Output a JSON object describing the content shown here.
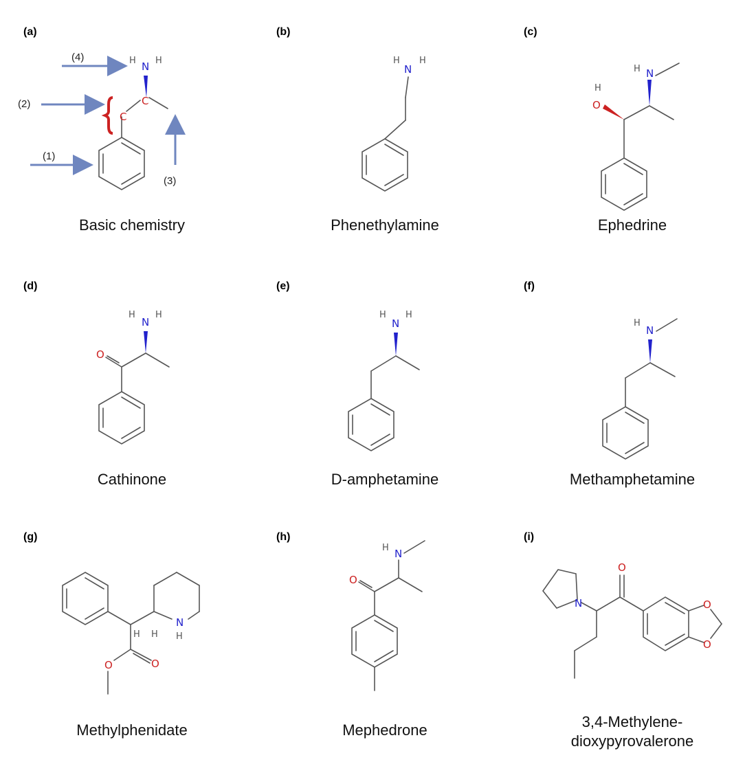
{
  "panels": [
    {
      "label": "(a)",
      "name": "Basic chemistry",
      "annotations": [
        "(1)",
        "(2)",
        "(3)",
        "(4)"
      ]
    },
    {
      "label": "(b)",
      "name": "Phenethylamine"
    },
    {
      "label": "(c)",
      "name": "Ephedrine"
    },
    {
      "label": "(d)",
      "name": "Cathinone"
    },
    {
      "label": "(e)",
      "name": "D-amphetamine"
    },
    {
      "label": "(f)",
      "name": "Methamphetamine"
    },
    {
      "label": "(g)",
      "name": "Methylphenidate"
    },
    {
      "label": "(h)",
      "name": "Mephedrone"
    },
    {
      "label": "(i)",
      "name_line1": "3,4-Methylene-",
      "name_line2": "dioxypyrovalerone"
    }
  ],
  "atoms": {
    "N": "N",
    "H": "H",
    "O": "O",
    "C": "C"
  },
  "colors": {
    "nitrogen": "#2222cc",
    "oxygen": "#cc2222",
    "arrow": "#6f86bf",
    "bracket": "#cc2222",
    "bond": "#555555"
  }
}
